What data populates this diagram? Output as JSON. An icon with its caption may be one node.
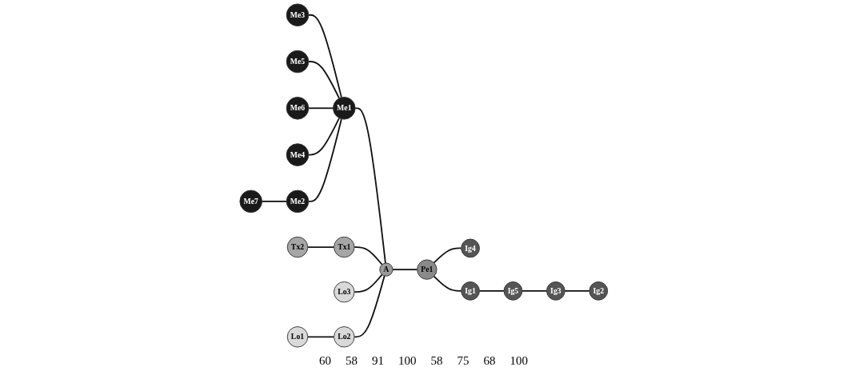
{
  "diagram": {
    "nodes": [
      {
        "text": [
          "Me3"
        ]
      },
      {
        "text": [
          "Me5"
        ]
      },
      {
        "text": [
          "Me6"
        ]
      },
      {
        "text": [
          "Me1"
        ]
      },
      {
        "text": [
          "Me4"
        ]
      },
      {
        "text": [
          "Me7"
        ]
      },
      {
        "text": [
          "Me2"
        ]
      },
      {
        "text": [
          "Tx2"
        ]
      },
      {
        "text": [
          "Tx1"
        ]
      },
      {
        "text": [
          "Lo3"
        ]
      },
      {
        "text": [
          "Lo1"
        ]
      },
      {
        "text": [
          "Lo2"
        ]
      },
      {
        "text": [
          "A"
        ]
      },
      {
        "text": [
          "Pe1"
        ]
      },
      {
        "text": [
          "Ig4"
        ]
      },
      {
        "text": [
          "Ig1"
        ]
      },
      {
        "text": [
          "Ig5"
        ]
      },
      {
        "text": [
          "Ig3"
        ]
      },
      {
        "text": [
          "Ig2"
        ]
      }
    ],
    "edges": [
      {
        "from": 0,
        "to": 3,
        "arrow": "none"
      },
      {
        "from": 1,
        "to": 3,
        "arrow": "none"
      },
      {
        "from": 2,
        "to": 3,
        "arrow": "none"
      },
      {
        "from": 4,
        "to": 3,
        "arrow": "none"
      },
      {
        "from": 5,
        "to": 6,
        "arrow": "none"
      },
      {
        "from": 6,
        "to": 3,
        "arrow": "none"
      },
      {
        "from": 3,
        "to": 12,
        "arrow": "none"
      },
      {
        "from": 7,
        "to": 8,
        "arrow": "none"
      },
      {
        "from": 8,
        "to": 12,
        "arrow": "none"
      },
      {
        "from": 9,
        "to": 12,
        "arrow": "none"
      },
      {
        "from": 10,
        "to": 11,
        "arrow": "none"
      },
      {
        "from": 11,
        "to": 12,
        "arrow": "none"
      },
      {
        "from": 12,
        "to": 13,
        "arrow": "none"
      },
      {
        "from": 13,
        "to": 14,
        "arrow": "none"
      },
      {
        "from": 13,
        "to": 15,
        "arrow": "none"
      },
      {
        "from": 15,
        "to": 16,
        "arrow": "none"
      },
      {
        "from": 16,
        "to": 17,
        "arrow": "none"
      },
      {
        "from": 17,
        "to": 18,
        "arrow": "none"
      }
    ],
    "labels": [
      "60",
      "58",
      "91",
      "100",
      "58",
      "75",
      "68",
      "100"
    ]
  }
}
